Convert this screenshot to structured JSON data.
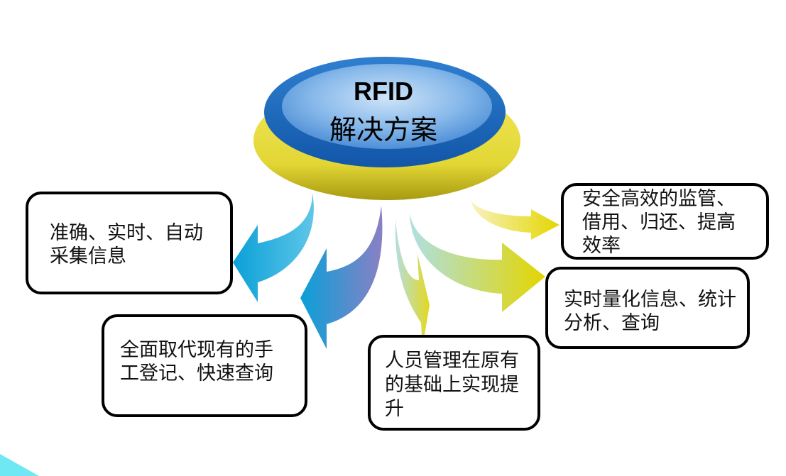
{
  "hub": {
    "title": "RFID",
    "subtitle": "解决方案",
    "colors": {
      "inner": "#5b9ee0",
      "rim": "#1f64b8",
      "base": "#e8df3c"
    }
  },
  "boxes": [
    {
      "id": "accurate-collection",
      "lines": [
        "准确、实时、自动",
        "采集信息"
      ]
    },
    {
      "id": "replace-manual",
      "lines": [
        "全面取代现有的手",
        "工登记、快速查询"
      ]
    },
    {
      "id": "personnel-management",
      "lines": [
        "人员管理在原有",
        "的基础上实现提",
        "升"
      ]
    },
    {
      "id": "safe-supervision",
      "lines": [
        "安全高效的监管、",
        "借用、归还、提高",
        "效率"
      ]
    },
    {
      "id": "realtime-analysis",
      "lines": [
        "实时量化信息、统计",
        "分析、查询"
      ]
    }
  ],
  "arrows": [
    {
      "target": "accurate-collection",
      "gradient": [
        "#0aa0d8",
        "#5fc6e8"
      ]
    },
    {
      "target": "replace-manual",
      "gradient": [
        "#0aa0d8",
        "#8a80c4"
      ]
    },
    {
      "target": "personnel-management",
      "gradient": [
        "#b4dee0",
        "#e4d820"
      ]
    },
    {
      "target": "realtime-analysis",
      "gradient": [
        "#aee0e4",
        "#e4d600"
      ]
    },
    {
      "target": "safe-supervision",
      "gradient": [
        "#f5efb4",
        "#e4d600"
      ]
    }
  ],
  "decoration": {
    "corner_color": "#6fe8f4"
  }
}
